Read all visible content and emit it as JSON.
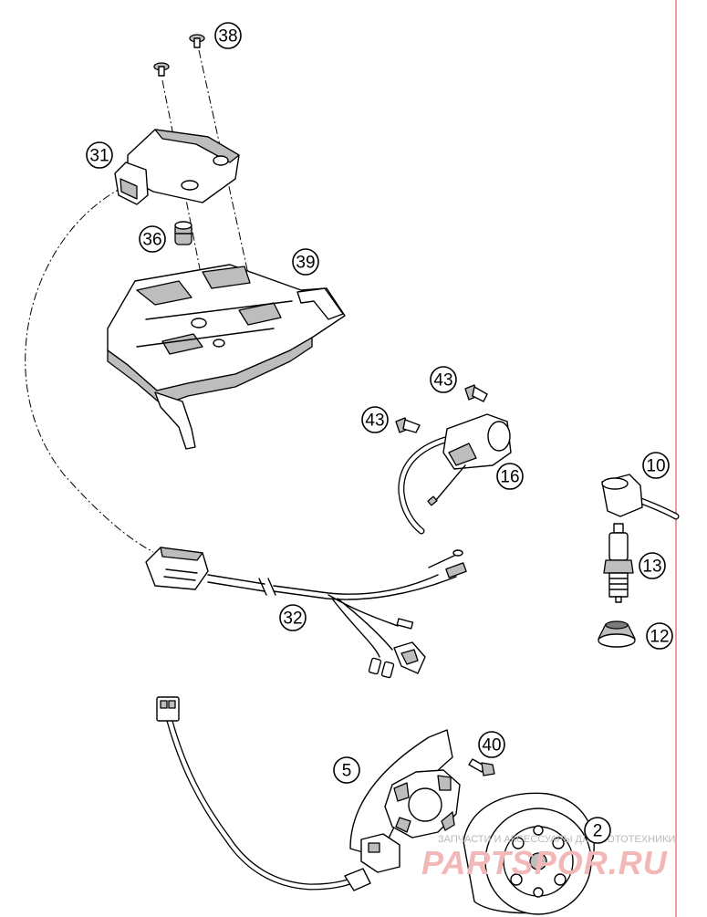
{
  "callouts": {
    "p38": "38",
    "p31": "31",
    "p36": "36",
    "p39": "39",
    "p43a": "43",
    "p43b": "43",
    "p16": "16",
    "p10": "10",
    "p13": "13",
    "p12": "12",
    "p32": "32",
    "p5": "5",
    "p40": "40",
    "p2": "2"
  },
  "watermark": {
    "tagline": "ЗАПЧАСТИ И АКСЕССУАРЫ ДЛЯ МОТОТЕХНИКИ",
    "brand": "PARTSPOR.RU"
  },
  "colors": {
    "ink": "#000000",
    "margin_line": "#e05a5a",
    "watermark_brand": "#f2b8b8"
  }
}
